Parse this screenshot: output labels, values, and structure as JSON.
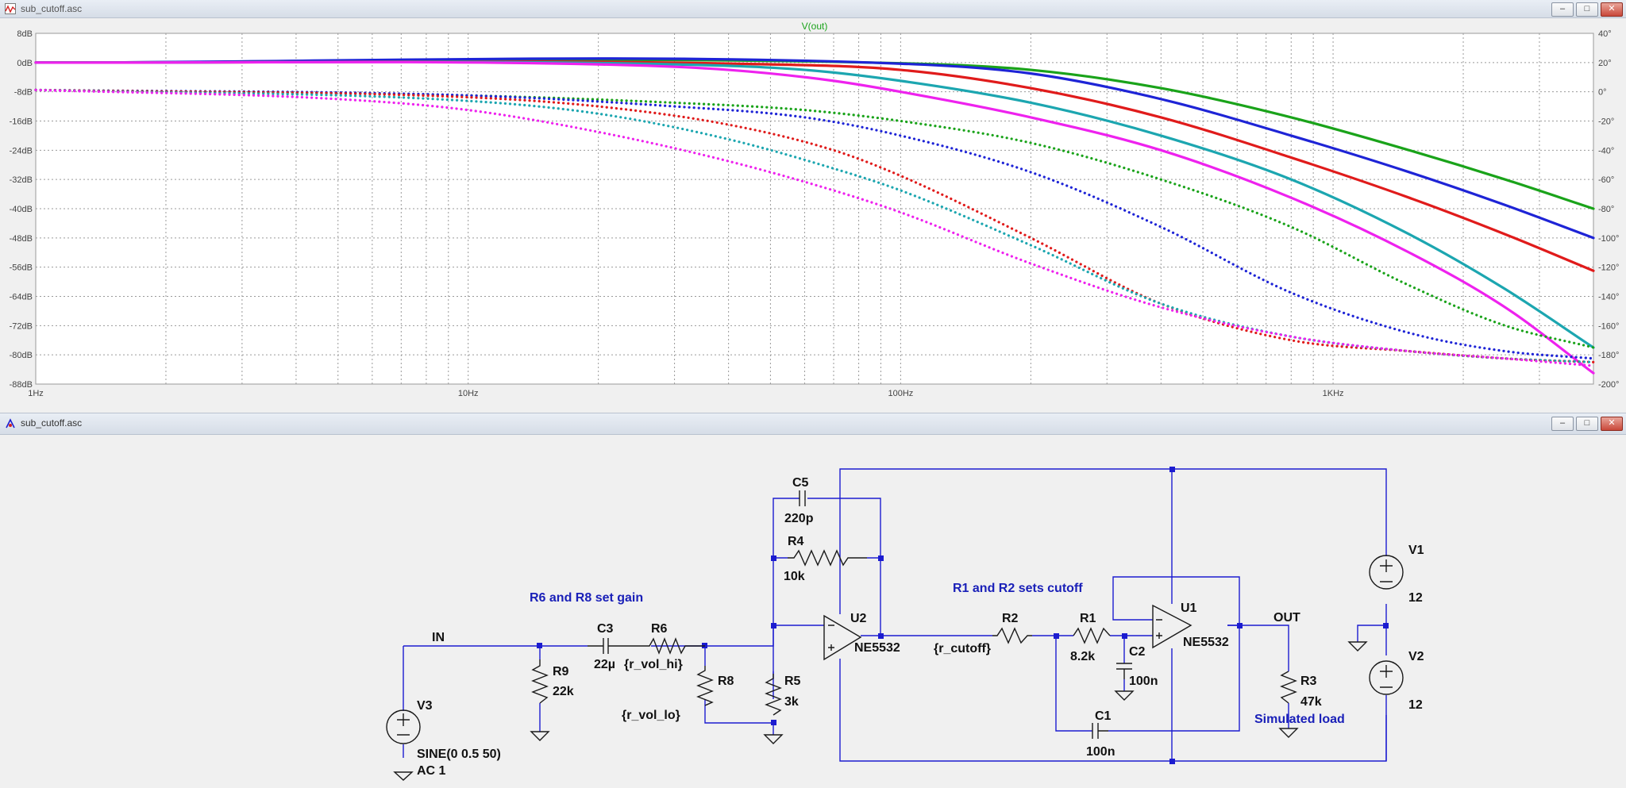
{
  "plot_window": {
    "title": "sub_cutoff.asc",
    "trace_label": "V(out)",
    "window_buttons": [
      "–",
      "□",
      "✕"
    ]
  },
  "chart_data": {
    "type": "line",
    "title": "V(out)",
    "x_scale": "log",
    "x_ticks": [
      "1Hz",
      "10Hz",
      "100Hz",
      "1KHz"
    ],
    "xlim": [
      1,
      4000
    ],
    "y_left_ticks": [
      "8dB",
      "0dB",
      "-8dB",
      "-16dB",
      "-24dB",
      "-32dB",
      "-40dB",
      "-48dB",
      "-56dB",
      "-64dB",
      "-72dB",
      "-80dB",
      "-88dB"
    ],
    "y_left_range": [
      -88,
      8
    ],
    "y_right_ticks": [
      "40°",
      "20°",
      "0°",
      "-20°",
      "-40°",
      "-60°",
      "-80°",
      "-100°",
      "-120°",
      "-140°",
      "-160°",
      "-180°",
      "-200°"
    ],
    "y_right_range": [
      -200,
      40
    ],
    "grid": "dotted",
    "series": [
      {
        "color": "#1aa31a",
        "style": "solid",
        "x": [
          1,
          100,
          200,
          400,
          800,
          1500,
          2500,
          4000
        ],
        "y": [
          0,
          -0.2,
          -2,
          -7,
          -15,
          -24,
          -32,
          -40
        ]
      },
      {
        "color": "#1e24d6",
        "style": "solid",
        "x": [
          1,
          100,
          200,
          400,
          800,
          1500,
          2500,
          4000
        ],
        "y": [
          0,
          -0.3,
          -3,
          -10,
          -20,
          -30,
          -39,
          -48
        ]
      },
      {
        "color": "#e01b1b",
        "style": "solid",
        "x": [
          1,
          50,
          100,
          200,
          400,
          800,
          1500,
          2500,
          4000
        ],
        "y": [
          0,
          -0.5,
          -2,
          -7,
          -15,
          -26,
          -37,
          -47,
          -57
        ]
      },
      {
        "color": "#1ca6b0",
        "style": "solid",
        "x": [
          1,
          30,
          60,
          100,
          200,
          400,
          800,
          1500,
          2500,
          4000
        ],
        "y": [
          0,
          -0.5,
          -2,
          -5,
          -11,
          -20,
          -32,
          -47,
          -62,
          -78
        ]
      },
      {
        "color": "#ee22ee",
        "style": "solid",
        "x": [
          1,
          20,
          40,
          70,
          100,
          200,
          400,
          800,
          1500,
          2500,
          4000
        ],
        "y": [
          0,
          -0.5,
          -2,
          -5,
          -8,
          -15,
          -24,
          -37,
          -52,
          -67,
          -85
        ]
      },
      {
        "color": "#1aa31a",
        "style": "dotted",
        "x": [
          1,
          10,
          30,
          60,
          100,
          200,
          400,
          800,
          1500,
          2500,
          4000
        ],
        "y": [
          -7.5,
          -9,
          -11,
          -13,
          -16,
          -22,
          -32,
          -45,
          -61,
          -72,
          -78
        ]
      },
      {
        "color": "#1e24d6",
        "style": "dotted",
        "x": [
          1,
          10,
          30,
          60,
          100,
          200,
          400,
          800,
          1500,
          2500,
          4000
        ],
        "y": [
          -7.5,
          -9,
          -12,
          -15,
          -20,
          -30,
          -45,
          -63,
          -74,
          -79,
          -81
        ]
      },
      {
        "color": "#e01b1b",
        "style": "dotted",
        "x": [
          1,
          10,
          20,
          40,
          70,
          100,
          200,
          400,
          800,
          1500,
          2500,
          4000
        ],
        "y": [
          -7.5,
          -9.5,
          -12,
          -17,
          -24,
          -31,
          -48,
          -66,
          -76,
          -79,
          -81,
          -82
        ]
      },
      {
        "color": "#1ca6b0",
        "style": "dotted",
        "x": [
          1,
          10,
          20,
          40,
          70,
          100,
          200,
          400,
          800,
          1500,
          2500,
          4000
        ],
        "y": [
          -7.5,
          -10.5,
          -14,
          -21,
          -29,
          -35,
          -50,
          -66,
          -75,
          -79,
          -81,
          -82
        ]
      },
      {
        "color": "#ee22ee",
        "style": "dotted",
        "x": [
          1,
          5,
          10,
          20,
          40,
          70,
          100,
          200,
          400,
          800,
          1500,
          2500,
          4000
        ],
        "y": [
          -7.5,
          -10,
          -13,
          -19,
          -27,
          -35,
          -41,
          -55,
          -67,
          -75,
          -79,
          -81,
          -83
        ]
      }
    ]
  },
  "schematic_window": {
    "title": "sub_cutoff.asc",
    "window_buttons": [
      "–",
      "□",
      "✕"
    ],
    "net_labels": [
      "IN",
      "OUT"
    ],
    "comments": {
      "gain_note": "R6 and R8 set gain",
      "cutoff_note": "R1 and R2 sets cutoff",
      "load_note": "Simulated load"
    },
    "components": {
      "c5": {
        "ref": "C5",
        "value": "220p"
      },
      "r4": {
        "ref": "R4",
        "value": "10k"
      },
      "c3": {
        "ref": "C3",
        "value": "22µ"
      },
      "r6": {
        "ref": "R6",
        "value": "{r_vol_hi}"
      },
      "r8": {
        "ref": "R8",
        "value": "{r_vol_lo}"
      },
      "r9": {
        "ref": "R9",
        "value": "22k"
      },
      "r5": {
        "ref": "R5",
        "value": "3k"
      },
      "u2": {
        "ref": "U2",
        "value": "NE5532"
      },
      "r2": {
        "ref": "R2",
        "value": "{r_cutoff}"
      },
      "r1": {
        "ref": "R1",
        "value": "8.2k"
      },
      "c2": {
        "ref": "C2",
        "value": "100n"
      },
      "c1": {
        "ref": "C1",
        "value": "100n"
      },
      "u1": {
        "ref": "U1",
        "value": "NE5532"
      },
      "r3": {
        "ref": "R3",
        "value": "47k"
      },
      "v1": {
        "ref": "V1",
        "value": "12"
      },
      "v2": {
        "ref": "V2",
        "value": "12"
      },
      "v3": {
        "ref": "V3",
        "value": "SINE(0 0.5 50)",
        "value2": "AC 1"
      }
    }
  },
  "colors": {
    "wire": "#1c1cd0",
    "component": "#1a1a1a",
    "comment": "#1a20b8",
    "net_label": "#111111",
    "plot_background": "#ffffff",
    "window_background": "#f0f0f0"
  }
}
